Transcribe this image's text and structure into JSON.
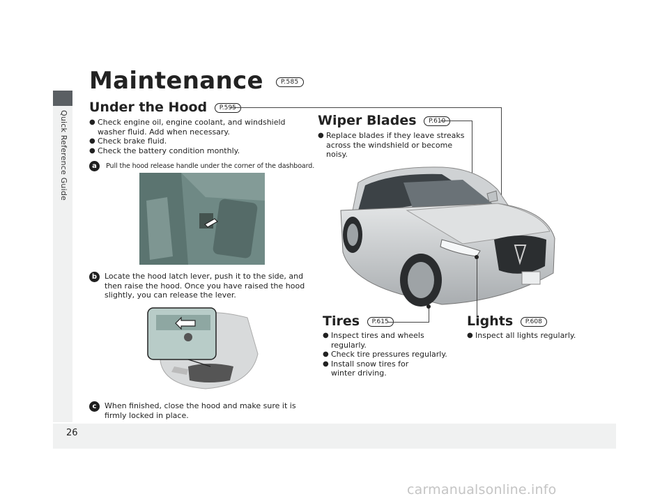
{
  "sidebar": {
    "label": "Quick Reference Guide"
  },
  "page_number": "26",
  "title": {
    "text": "Maintenance",
    "ref": "P.585"
  },
  "under_hood": {
    "heading": "Under the Hood",
    "ref": "P.595",
    "bullets": [
      "Check engine oil, engine coolant, and windshield washer fluid. Add when necessary.",
      "Check brake fluid.",
      "Check the battery condition monthly."
    ],
    "steps": [
      {
        "marker": "a",
        "text": "Pull the hood release handle under the corner of the dashboard."
      },
      {
        "marker": "b",
        "text": "Locate the hood latch lever, push it to the side, and then raise the hood. Once you have raised the hood slightly, you can release the lever."
      },
      {
        "marker": "c",
        "text": "When finished, close the hood and make sure it is firmly locked in place."
      }
    ]
  },
  "wiper": {
    "heading": "Wiper Blades",
    "ref": "P.610",
    "bullets": [
      "Replace blades if they leave streaks across the windshield or become noisy."
    ]
  },
  "tires": {
    "heading": "Tires",
    "ref": "P.615",
    "bullets": [
      "Inspect tires and wheels regularly.",
      "Check tire pressures regularly.",
      "Install snow tires for winter driving."
    ]
  },
  "lights": {
    "heading": "Lights",
    "ref": "P.608",
    "bullets": [
      "Inspect all lights regularly."
    ]
  },
  "watermark": "carmanualsonline.info"
}
